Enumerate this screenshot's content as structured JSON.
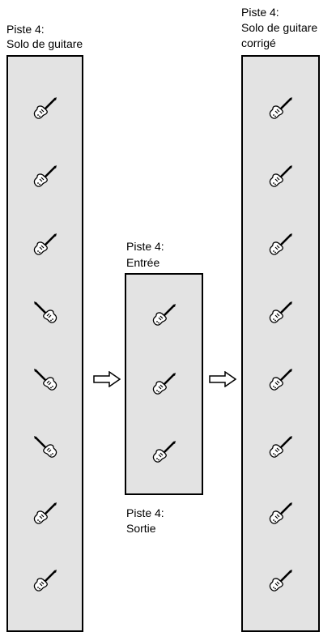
{
  "left_track": {
    "title_line1": "Piste 4:",
    "title_line2": "Solo de guitare",
    "guitars": [
      "guitar-forward",
      "guitar-forward",
      "guitar-forward",
      "guitar-reversed",
      "guitar-reversed",
      "guitar-reversed",
      "guitar-forward",
      "guitar-forward"
    ]
  },
  "middle_track": {
    "top_line1": "Piste 4:",
    "top_line2": "Entrée",
    "bottom_line1": "Piste 4:",
    "bottom_line2": "Sortie",
    "guitars": [
      "guitar-forward",
      "guitar-forward",
      "guitar-forward"
    ]
  },
  "right_track": {
    "title_line1": "Piste 4:",
    "title_line2": "Solo de guitare",
    "title_line3": "corrigé",
    "guitars": [
      "guitar-forward",
      "guitar-forward",
      "guitar-forward",
      "guitar-forward",
      "guitar-forward",
      "guitar-forward",
      "guitar-forward",
      "guitar-forward"
    ]
  },
  "arrows": [
    "arrow-right-icon",
    "arrow-right-icon"
  ],
  "colors": {
    "track_fill": "#e3e3e3",
    "outline": "#000000",
    "background": "#ffffff"
  }
}
